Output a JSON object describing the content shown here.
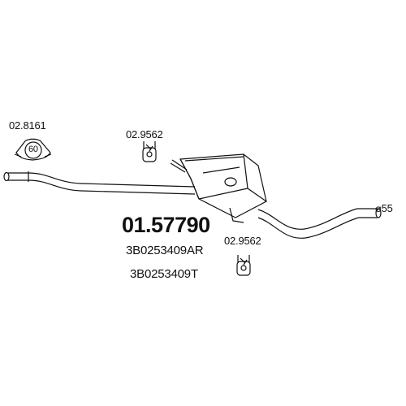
{
  "diagram": {
    "main_part_number": "01.57790",
    "oem_numbers": [
      "3B0253409AR",
      "3B0253409T"
    ],
    "parts": [
      {
        "code": "02.8161",
        "icon": "clamp-icon",
        "clamp_size": "60"
      },
      {
        "code": "02.9562",
        "icon": "rubber-hanger-icon"
      },
      {
        "code": "02.9562",
        "icon": "rubber-hanger-icon"
      }
    ],
    "outlet_diameter": "⌀55"
  }
}
